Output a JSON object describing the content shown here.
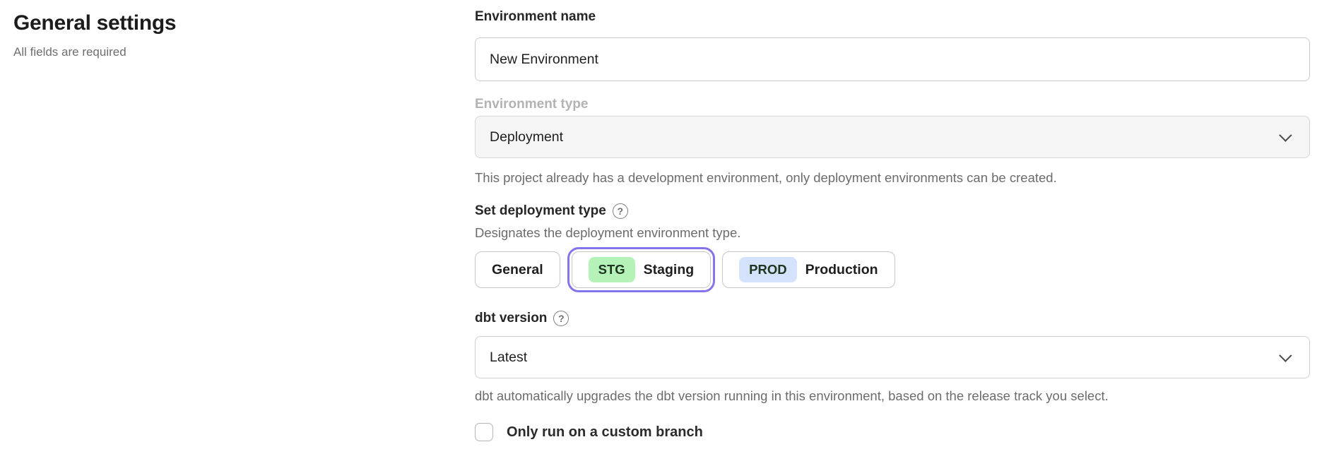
{
  "page": {
    "title": "General settings",
    "subtitle": "All fields are required"
  },
  "form": {
    "environment_name": {
      "label": "Environment name",
      "value": "New Environment"
    },
    "environment_type": {
      "label": "Environment type",
      "value": "Deployment",
      "disabled": true,
      "helper": "This project already has a development environment, only deployment environments can be created."
    },
    "deployment_type": {
      "label": "Set deployment type",
      "helper": "Designates the deployment environment type.",
      "options": [
        {
          "label": "General",
          "badge": "",
          "selected": false
        },
        {
          "label": "Staging",
          "badge": "STG",
          "selected": true
        },
        {
          "label": "Production",
          "badge": "PROD",
          "selected": false
        }
      ]
    },
    "dbt_version": {
      "label": "dbt version",
      "value": "Latest",
      "helper": "dbt automatically upgrades the dbt version running in this environment, based on the release track you select."
    },
    "custom_branch": {
      "label": "Only run on a custom branch",
      "checked": false
    }
  },
  "icons": {
    "help": "?"
  },
  "colors": {
    "accent_ring": "#8474ec",
    "staging_badge_bg": "#b5f2b8",
    "production_badge_bg": "#d4e2fc",
    "disabled_field_bg": "#f5f5f5",
    "helper_text": "#6c6c6c"
  }
}
